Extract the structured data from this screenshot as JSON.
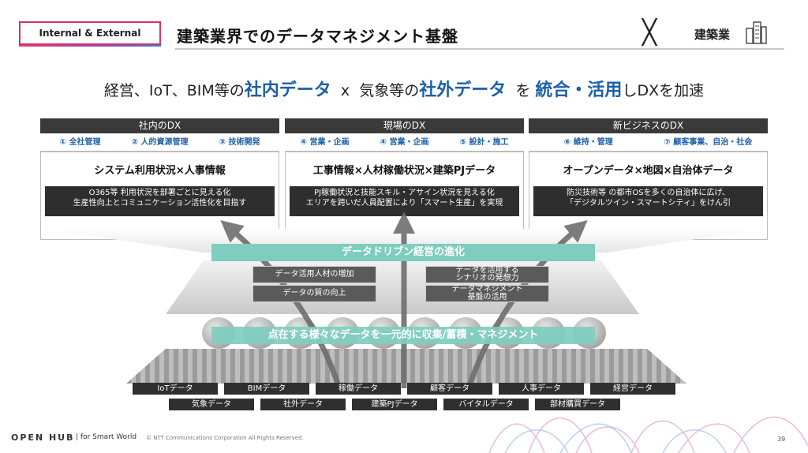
{
  "header": {
    "tag_prefix": "Internal",
    "tag_amp": "&",
    "tag_suffix": "External",
    "title": "建築業界でのデータマネジメント基盤",
    "cross": "╳",
    "industry": "建築業",
    "industry_icon": "building-icon"
  },
  "headline": {
    "part1": "経営、IoT、BIM等の",
    "internal": "社内データ",
    "x": "x",
    "part2": "気象等の",
    "external": "社外データ",
    "part3": "を",
    "integrate": "統合・活用",
    "part4": "しDXを加速"
  },
  "columns": [
    {
      "head": "社内のDX",
      "subs": [
        "① 全社管理",
        "② 人的資源管理",
        "③ 技術開発"
      ],
      "title": "システム利用状況×人事情報",
      "desc": "O365等 利用状況を部署ごとに見える化\n生産性向上とコミュニケーション活性化を目指す"
    },
    {
      "head": "現場のDX",
      "subs": [
        "④ 営業・企画",
        "④ 営業・企画",
        "⑤ 設計・施工"
      ],
      "title": "工事情報×人材稼働状況×建築PJデータ",
      "desc": "PJ稼働状況と技能スキル・アサイン状況を見える化\nエリアを跨いだ人員配置により「スマート生産」を実現"
    },
    {
      "head": "新ビジネスのDX",
      "subs": [
        "⑥ 維持・管理",
        "⑦ 顧客事業、自治・社会"
      ],
      "title": "オープンデータ×地図×自治体データ",
      "desc": "防災技術等 の都市OSを多くの自治体に広げ、\n「デジタルツイン・スマートシティ」をけん引"
    }
  ],
  "platform": {
    "evolution": "データドリブン経営の進化",
    "collect": "点在する様々なデータを一元的に収集/蓄積・マネジメント",
    "left_items": [
      "データ活用人材の増加",
      "データの質の向上"
    ],
    "right_items": [
      "データを活用する\nシナリオの発想力",
      "データマネジメント\n基盤の活用"
    ]
  },
  "data_sources": {
    "row1": [
      "IoTデータ",
      "BIMデータ",
      "稼働データ",
      "顧客データ",
      "人事データ",
      "経営データ"
    ],
    "row2": [
      "気象データ",
      "社外データ",
      "建築PJデータ",
      "バイタルデータ",
      "部材購買データ"
    ]
  },
  "footer": {
    "brand": "OPEN HUB",
    "divider": "|",
    "sub": "for Smart World",
    "copyright": "© NTT Communications Corporation All Rights Reserved.",
    "page": "39"
  },
  "colors": {
    "accent_blue": "#1d5fa8",
    "teal": "#7ecdbf",
    "dark": "#3a3a3a",
    "tag_border": "#d1365f"
  }
}
